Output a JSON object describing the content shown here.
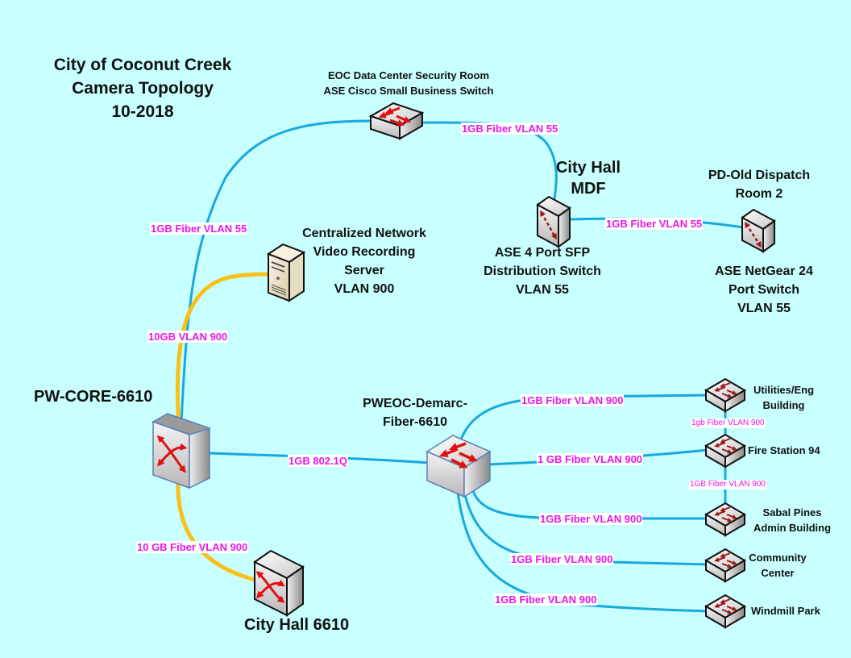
{
  "title": {
    "lines": [
      "City of Coconut Creek",
      "Camera Topology",
      "10-2018"
    ]
  },
  "colors": {
    "background": "#c8ffff",
    "fiber_link": "#18a8e0",
    "ten_gig_link": "#f8c018",
    "link_label_text": "#e619e6",
    "link_label_bg": "#ffffff",
    "arrow": "#e01010"
  },
  "nodes": {
    "pw_core": {
      "label": "PW-CORE-6610",
      "icon": "layer3-switch-icon"
    },
    "city_hall_6610": {
      "label": "City Hall 6610",
      "icon": "layer3-switch-icon"
    },
    "nvr_server": {
      "lines": [
        "Centralized Network",
        "Video Recording",
        "Server",
        "VLAN 900"
      ],
      "icon": "server-icon"
    },
    "eoc_switch": {
      "lines": [
        "EOC Data Center Security Room",
        "ASE Cisco Small Business Switch"
      ],
      "icon": "workgroup-switch-icon"
    },
    "city_hall_mdf": {
      "heading": [
        "City Hall",
        "MDF"
      ],
      "lines": [
        "ASE 4 Port SFP",
        "Distribution Switch",
        "VLAN 55"
      ],
      "icon": "atm-switch-icon"
    },
    "pd_dispatch": {
      "heading": [
        "PD-Old Dispatch",
        "Room 2"
      ],
      "lines": [
        "ASE NetGear 24",
        "Port Switch",
        "VLAN 55"
      ],
      "icon": "atm-switch-icon"
    },
    "pweoc_demarc": {
      "lines": [
        "PWEOC-Demarc-",
        "Fiber-6610"
      ],
      "icon": "workgroup-switch-icon"
    },
    "utilities": {
      "lines": [
        "Utilities/Eng",
        "Building"
      ],
      "icon": "workgroup-switch-icon"
    },
    "fire_station": {
      "lines": [
        "Fire Station 94"
      ],
      "icon": "workgroup-switch-icon"
    },
    "sabal_pines": {
      "lines": [
        "Sabal Pines",
        "Admin Building"
      ],
      "icon": "workgroup-switch-icon"
    },
    "community": {
      "lines": [
        "Community",
        "Center"
      ],
      "icon": "workgroup-switch-icon"
    },
    "windmill": {
      "lines": [
        "Windmill Park"
      ],
      "icon": "workgroup-switch-icon"
    }
  },
  "links": [
    {
      "id": "core-eoc",
      "from": "pw_core",
      "to": "eoc_switch",
      "type": "fiber",
      "label": "1GB Fiber VLAN 55"
    },
    {
      "id": "eoc-mdf",
      "from": "eoc_switch",
      "to": "city_hall_mdf",
      "type": "fiber",
      "label": "1GB Fiber VLAN 55"
    },
    {
      "id": "mdf-pd",
      "from": "city_hall_mdf",
      "to": "pd_dispatch",
      "type": "fiber",
      "label": "1GB Fiber VLAN 55"
    },
    {
      "id": "core-nvr",
      "from": "pw_core",
      "to": "nvr_server",
      "type": "10g",
      "label": "10GB VLAN 900"
    },
    {
      "id": "core-cityhall",
      "from": "pw_core",
      "to": "city_hall_6610",
      "type": "10g",
      "label": "10 GB Fiber VLAN 900"
    },
    {
      "id": "core-demarc",
      "from": "pw_core",
      "to": "pweoc_demarc",
      "type": "fiber",
      "label": "1GB 802.1Q"
    },
    {
      "id": "demarc-utilities",
      "from": "pweoc_demarc",
      "to": "utilities",
      "type": "fiber",
      "label": "1GB Fiber VLAN 900"
    },
    {
      "id": "demarc-fire",
      "from": "pweoc_demarc",
      "to": "fire_station",
      "type": "fiber",
      "label": "1 GB Fiber VLAN 900"
    },
    {
      "id": "demarc-sabal",
      "from": "pweoc_demarc",
      "to": "sabal_pines",
      "type": "fiber",
      "label": "1GB Fiber VLAN 900"
    },
    {
      "id": "demarc-community",
      "from": "pweoc_demarc",
      "to": "community",
      "type": "fiber",
      "label": "1GB Fiber VLAN 900"
    },
    {
      "id": "demarc-windmill",
      "from": "pweoc_demarc",
      "to": "windmill",
      "type": "fiber",
      "label": "1GB Fiber VLAN 900"
    },
    {
      "id": "utilities-fire",
      "from": "utilities",
      "to": "fire_station",
      "type": "fiber",
      "label": "1gb Fiber VLAN 900"
    },
    {
      "id": "fire-sabal",
      "from": "fire_station",
      "to": "sabal_pines",
      "type": "fiber",
      "label": "1GB Fiber VLAN 900"
    }
  ]
}
